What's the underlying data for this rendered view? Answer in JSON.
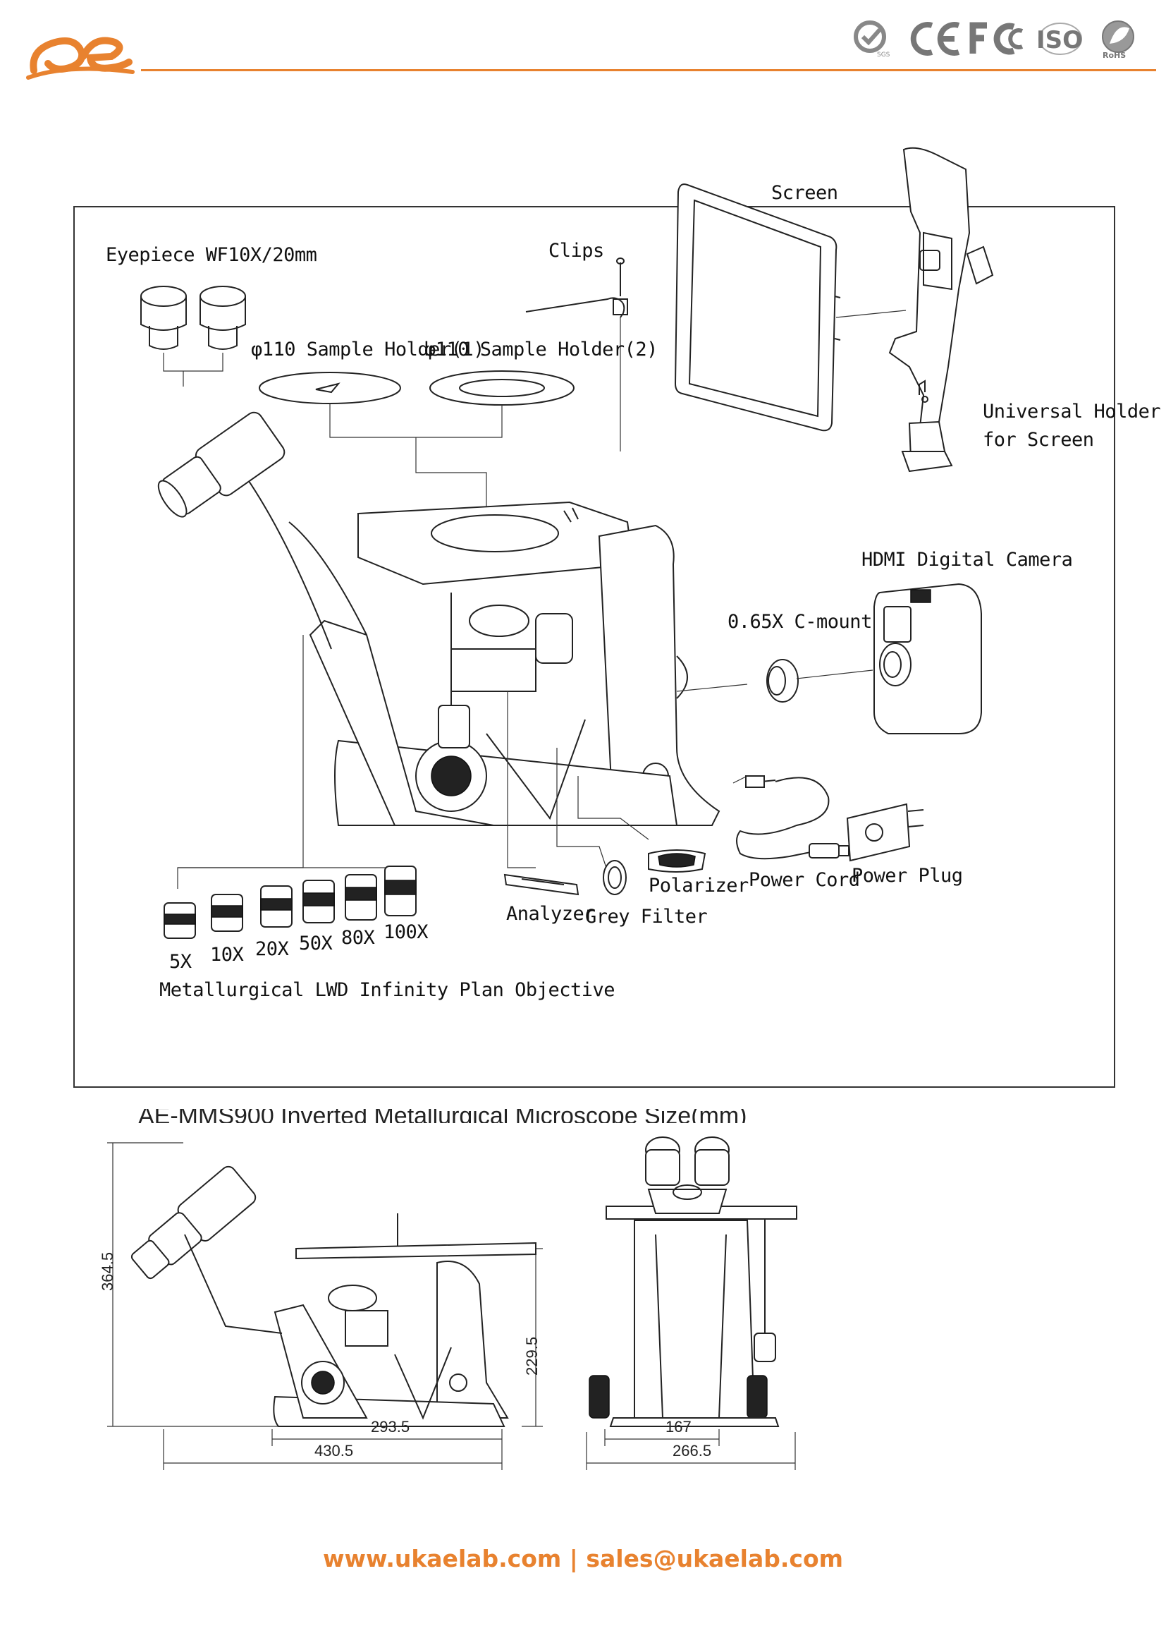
{
  "header": {
    "logo_text": "ae",
    "certifications": [
      "SGS",
      "CE",
      "FC",
      "ISO",
      "RoHS"
    ],
    "accent_color": "#e8822f"
  },
  "parts_diagram": {
    "labels": {
      "screen": "Screen",
      "eyepiece": "Eyepiece WF10X/20mm",
      "clips": "Clips",
      "sample_holder_1": "φ110 Sample Holder(1)",
      "sample_holder_2": "φ110 Sample Holder(2)",
      "universal_holder_line1": "Universal Holder",
      "universal_holder_line2": "for Screen",
      "hdmi_camera": "HDMI Digital Camera",
      "c_mount": "0.65X C-mount",
      "polarizer": "Polarizer",
      "power_cord": "Power Cord",
      "power_plug": "Power Plug",
      "analyzer": "Analyzer",
      "grey_filter": "Grey Filter",
      "objectives_caption": "Metallurgical LWD Infinity Plan Objective"
    },
    "objectives": [
      "5X",
      "10X",
      "20X",
      "50X",
      "80X",
      "100X"
    ]
  },
  "size_section": {
    "caption": "AE-MMS900 Inverted Metallurgical Microscope Size(mm)",
    "side_view": {
      "height_total": "364.5",
      "height_stage": "229.5",
      "width_base": "293.5",
      "width_total": "430.5"
    },
    "front_view": {
      "width_base": "167",
      "width_total": "266.5"
    }
  },
  "footer": {
    "text": "www.ukaelab.com | sales@ukaelab.com"
  }
}
